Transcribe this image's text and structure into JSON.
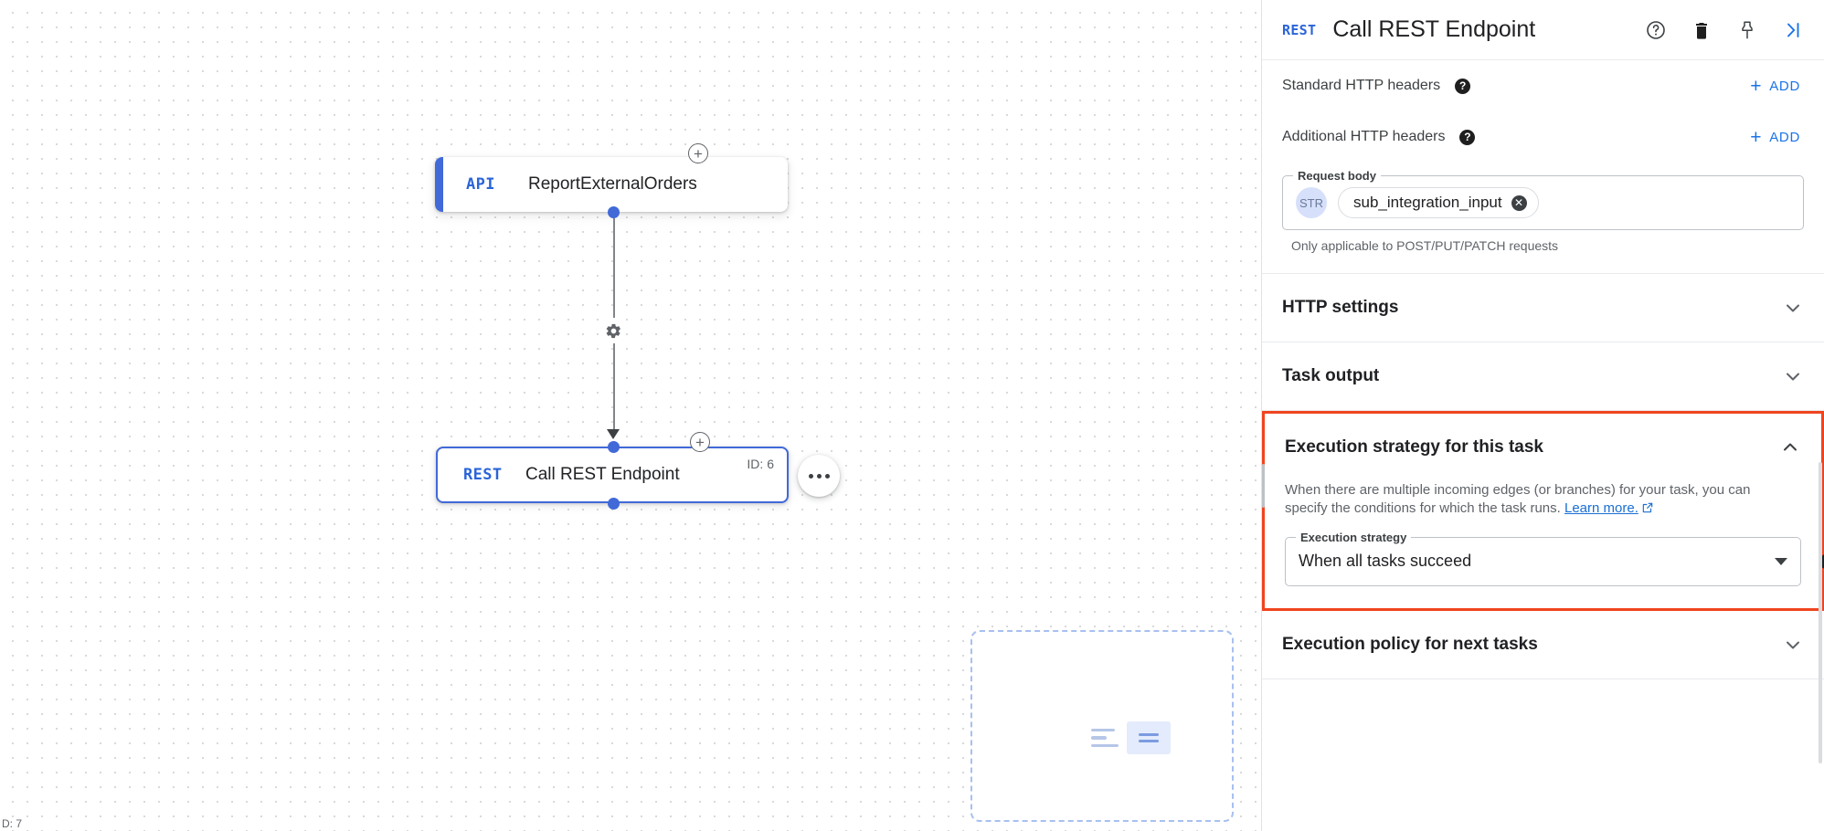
{
  "canvas": {
    "nodes": [
      {
        "badge": "API",
        "title": "ReportExternalOrders",
        "id_label": ""
      },
      {
        "badge": "REST",
        "title": "Call REST Endpoint",
        "id_label": "ID: 6"
      }
    ],
    "footnote": "D: 7",
    "icons": {
      "add_node": "plus-circle-icon",
      "edge_settings": "gear-icon",
      "node_overflow": "more-options-icon"
    }
  },
  "panel": {
    "header": {
      "badge": "REST",
      "title": "Call REST Endpoint",
      "actions": [
        {
          "name": "help-icon",
          "label": "Help"
        },
        {
          "name": "delete-icon",
          "label": "Delete"
        },
        {
          "name": "pin-icon",
          "label": "Pin"
        },
        {
          "name": "collapse-panel-icon",
          "label": "Collapse panel"
        }
      ]
    },
    "standard_headers": {
      "label": "Standard HTTP headers",
      "add_label": "ADD"
    },
    "additional_headers": {
      "label": "Additional HTTP headers",
      "add_label": "ADD"
    },
    "request_body": {
      "legend": "Request body",
      "type_badge": "STR",
      "chip_value": "sub_integration_input",
      "hint": "Only applicable to POST/PUT/PATCH requests"
    },
    "sections": [
      {
        "title": "HTTP settings",
        "state": "collapsed"
      },
      {
        "title": "Task output",
        "state": "collapsed"
      },
      {
        "title": "Execution strategy for this task",
        "state": "expanded"
      },
      {
        "title": "Execution policy for next tasks",
        "state": "collapsed"
      }
    ],
    "execution_strategy": {
      "title": "Execution strategy for this task",
      "description_part1": "When there are multiple incoming edges (or branches) for your task, you can specify the conditions for which the task runs.",
      "learn_more": "Learn more.",
      "field_legend": "Execution strategy",
      "selected_value": "When all tasks succeed"
    },
    "next_tasks": {
      "title": "Execution policy for next tasks"
    }
  },
  "colors": {
    "accent_blue": "#1a73e8",
    "node_blue": "#4169d8",
    "highlight_red": "#f0441f",
    "text_primary": "#202124",
    "text_secondary": "#5f6368"
  }
}
